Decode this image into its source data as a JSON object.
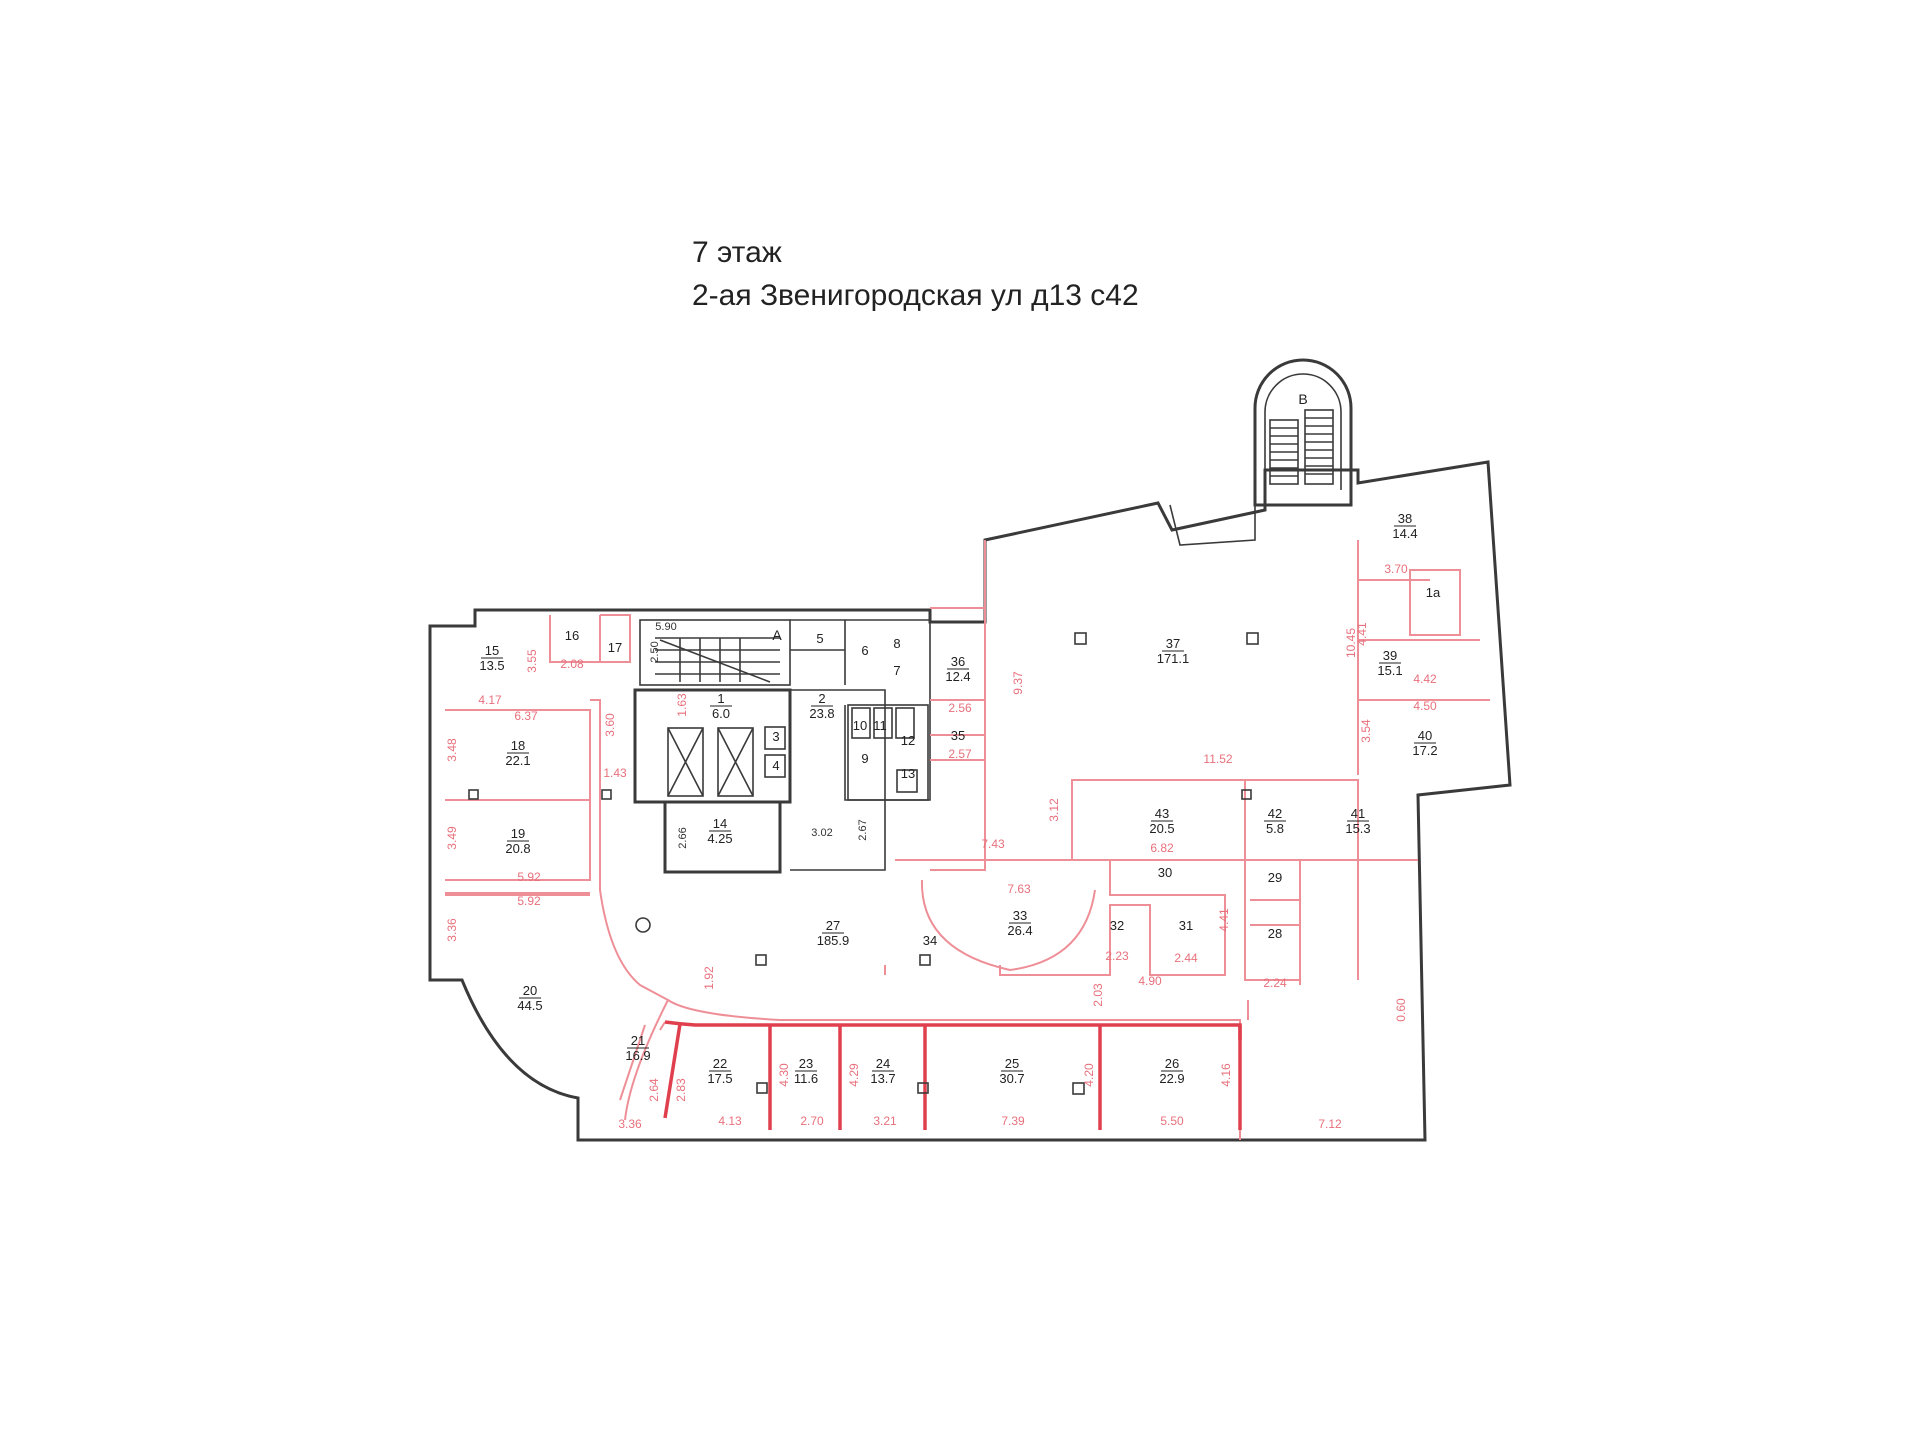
{
  "header": {
    "floor": "7 этаж",
    "address": "2-ая Звенигородская ул д13 с42"
  },
  "marks": {
    "stair_a": "А",
    "stair_b": "В"
  },
  "rooms": [
    {
      "n": "1",
      "a": "6.0"
    },
    {
      "n": "2",
      "a": "23.8"
    },
    {
      "n": "3",
      "a": ""
    },
    {
      "n": "4",
      "a": ""
    },
    {
      "n": "5",
      "a": ""
    },
    {
      "n": "6",
      "a": ""
    },
    {
      "n": "7",
      "a": ""
    },
    {
      "n": "8",
      "a": ""
    },
    {
      "n": "9",
      "a": ""
    },
    {
      "n": "10",
      "a": ""
    },
    {
      "n": "11",
      "a": ""
    },
    {
      "n": "12",
      "a": ""
    },
    {
      "n": "13",
      "a": ""
    },
    {
      "n": "14",
      "a": "4.25"
    },
    {
      "n": "15",
      "a": "13.5"
    },
    {
      "n": "16",
      "a": ""
    },
    {
      "n": "17",
      "a": ""
    },
    {
      "n": "18",
      "a": "22.1"
    },
    {
      "n": "19",
      "a": "20.8"
    },
    {
      "n": "20",
      "a": "44.5"
    },
    {
      "n": "21",
      "a": "16.9"
    },
    {
      "n": "22",
      "a": "17.5"
    },
    {
      "n": "23",
      "a": "11.6"
    },
    {
      "n": "24",
      "a": "13.7"
    },
    {
      "n": "25",
      "a": "30.7"
    },
    {
      "n": "26",
      "a": "22.9"
    },
    {
      "n": "27",
      "a": "185.9"
    },
    {
      "n": "28",
      "a": ""
    },
    {
      "n": "29",
      "a": ""
    },
    {
      "n": "30",
      "a": ""
    },
    {
      "n": "31",
      "a": ""
    },
    {
      "n": "32",
      "a": ""
    },
    {
      "n": "33",
      "a": "26.4"
    },
    {
      "n": "34",
      "a": ""
    },
    {
      "n": "35",
      "a": ""
    },
    {
      "n": "36",
      "a": "12.4"
    },
    {
      "n": "37",
      "a": "171.1"
    },
    {
      "n": "38",
      "a": "14.4"
    },
    {
      "n": "39",
      "a": "15.1"
    },
    {
      "n": "40",
      "a": "17.2"
    },
    {
      "n": "41",
      "a": "15.3"
    },
    {
      "n": "42",
      "a": "5.8"
    },
    {
      "n": "43",
      "a": "20.5"
    },
    {
      "n": "1a",
      "a": ""
    }
  ],
  "dims": [
    "5.90",
    "2.50",
    "1.63",
    "3.55",
    "2.08",
    "4.17",
    "6.37",
    "3.60",
    "3.48",
    "1.43",
    "3.49",
    "5.92",
    "5.92",
    "3.36",
    "2.66",
    "3.02",
    "2.67",
    "2.56",
    "2.57",
    "9.37",
    "3.12",
    "7.43",
    "7.63",
    "11.52",
    "6.82",
    "3.70",
    "4.41",
    "10.45",
    "4.42",
    "4.50",
    "3.54",
    "4.41",
    "2.24",
    "2.23",
    "2.44",
    "4.90",
    "2.03",
    "1.92",
    "0.60",
    "2.64",
    "2.83",
    "4.30",
    "4.29",
    "4.20",
    "4.16",
    "3.36",
    "4.13",
    "2.70",
    "3.21",
    "7.39",
    "5.50",
    "7.12"
  ]
}
